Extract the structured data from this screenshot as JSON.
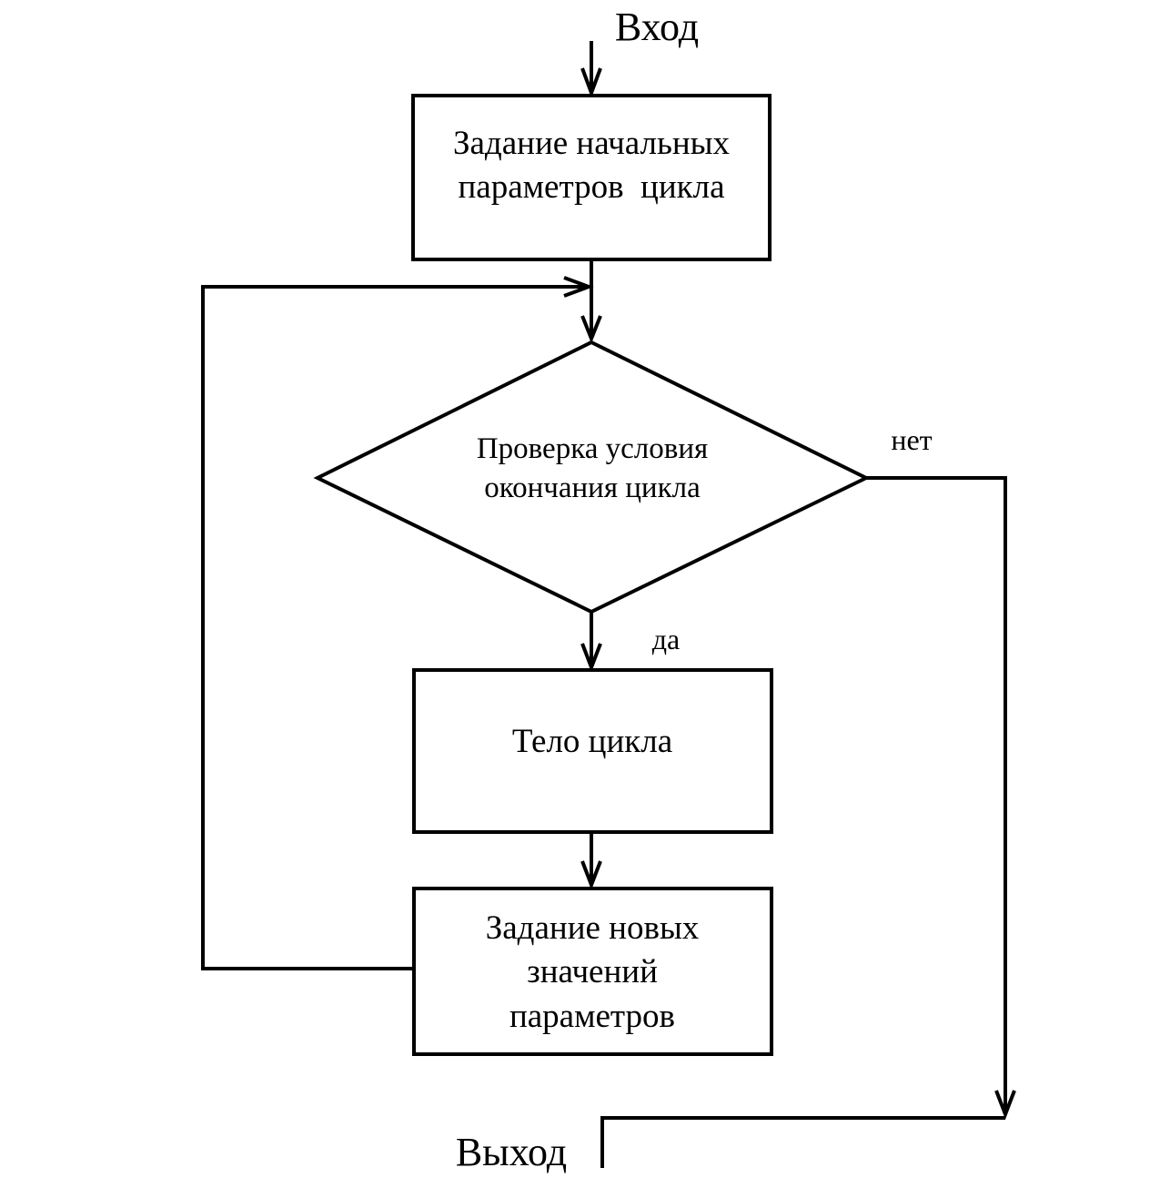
{
  "entry_label": "Вход",
  "exit_label": "Выход",
  "init_block": {
    "line1": "Задание начальных",
    "line2": "параметров  цикла"
  },
  "condition_block": {
    "line1": "Проверка условия",
    "line2": "окончания цикла"
  },
  "yes_label": "да",
  "no_label": "нет",
  "body_block": {
    "line1": "Тело цикла"
  },
  "update_block": {
    "line1": "Задание новых",
    "line2": "значений",
    "line3": "параметров"
  }
}
